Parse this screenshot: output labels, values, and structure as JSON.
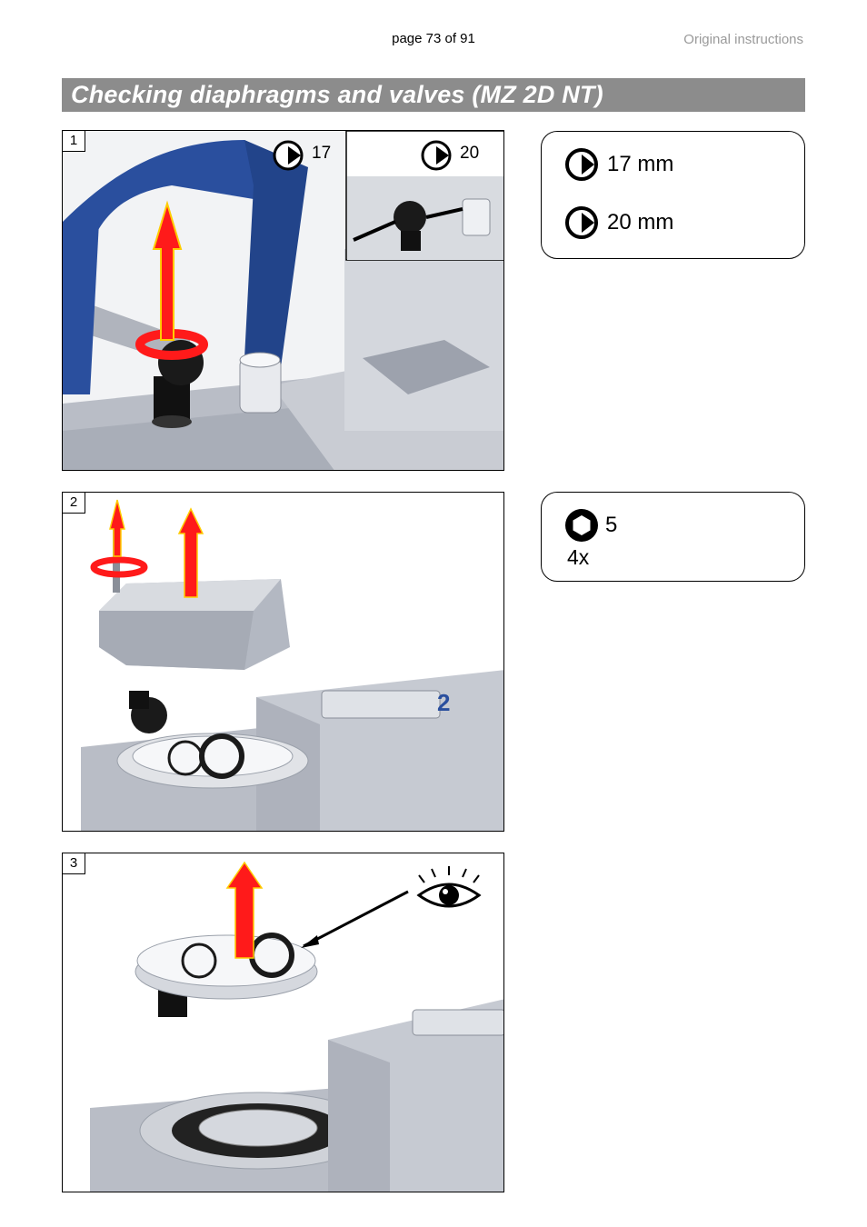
{
  "header": {
    "page": "page 73 of 91",
    "doc_type": "Original instructions"
  },
  "title": "Checking diaphragms and valves (MZ 2D NT)",
  "steps": [
    {
      "number": "1",
      "tool_labels": [
        "17",
        "20"
      ]
    },
    {
      "number": "2"
    },
    {
      "number": "3"
    }
  ],
  "specs": [
    {
      "items": [
        {
          "icon": "open-end-wrench-icon",
          "text": "17 mm"
        },
        {
          "icon": "open-end-wrench-icon",
          "text": "20 mm"
        }
      ]
    },
    {
      "items": [
        {
          "icon": "hex-key-icon",
          "text": "5"
        }
      ],
      "quantity": "4x"
    }
  ],
  "colors": {
    "title_bar": "#8c8c8c",
    "arrow_red": "#ff1a1a",
    "arrow_outline": "#ffcc00",
    "handle_blue": "#2a4f9e",
    "metal": "#c4c8d0"
  }
}
